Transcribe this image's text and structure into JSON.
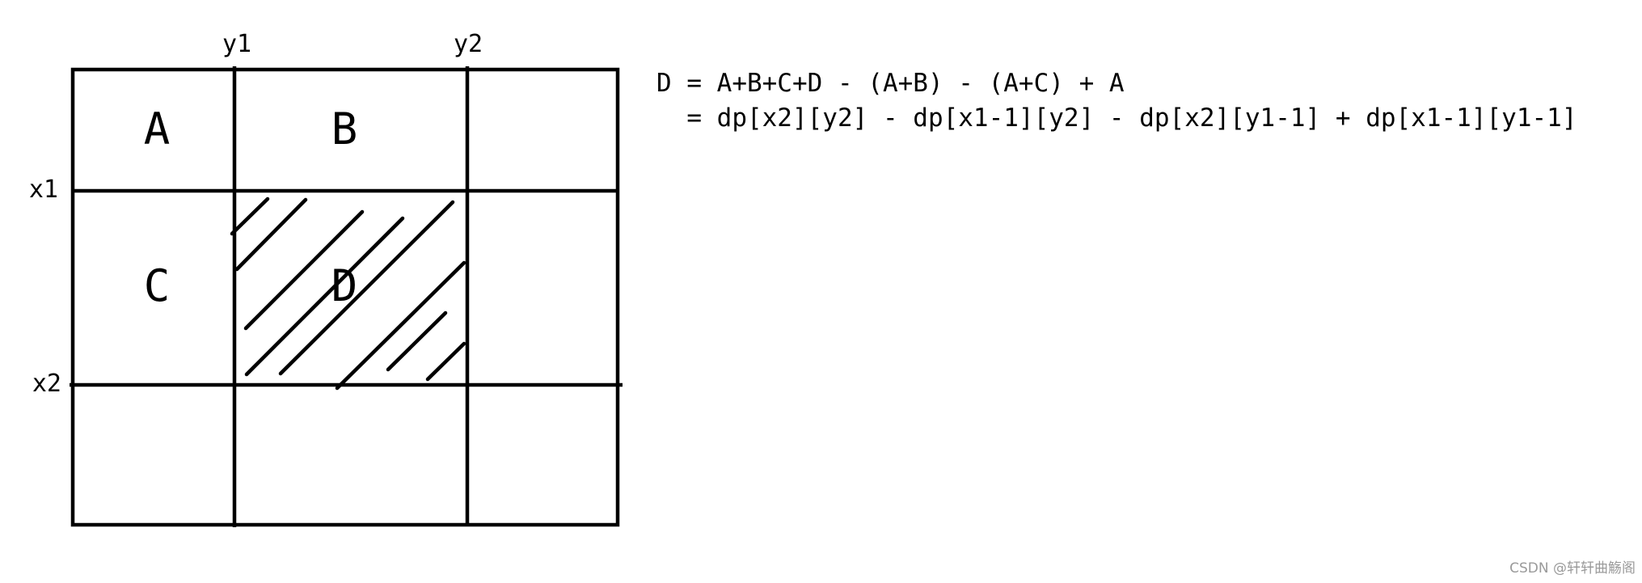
{
  "axis_labels": {
    "y1": "y1",
    "y2": "y2",
    "x1": "x1",
    "x2": "x2"
  },
  "regions": {
    "A": "A",
    "B": "B",
    "C": "C",
    "D": "D"
  },
  "formula": {
    "line1": "D = A+B+C+D - (A+B) - (A+C) + A",
    "line2": "  = dp[x2][y2] - dp[x1-1][y2] - dp[x2][y1-1] + dp[x1-1][y1-1]"
  },
  "watermark": "CSDN @轩轩曲觞阁",
  "colors": {
    "ink": "#000000",
    "watermark": "#9a9a9a",
    "background": "#ffffff"
  }
}
